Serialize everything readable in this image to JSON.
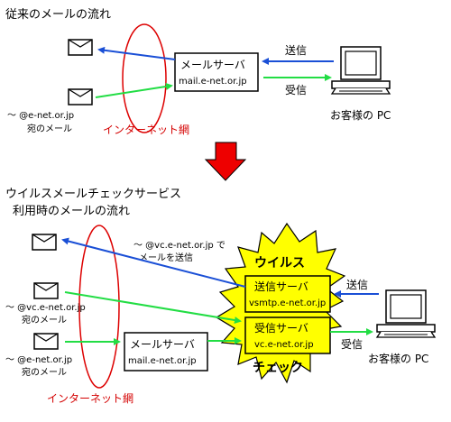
{
  "top": {
    "title": "従来のメールの流れ",
    "mail_server": {
      "line1": "メールサーバ",
      "line2": "mail.e-net.or.jp"
    },
    "send_label": "送信",
    "recv_label": "受信",
    "pc_label": "お客様の PC",
    "addr_line1": "～ @e-net.or.jp",
    "addr_line2": "宛のメール",
    "internet_label": "インターネット網"
  },
  "bottom": {
    "title_line1": "ウイルスメールチェックサービス",
    "title_line2": "利用時のメールの流れ",
    "vc_note_line1": "～ @vc.e-net.or.jp で",
    "vc_note_line2": "メールを送信",
    "addr_line1": "～ @vc.e-net.or.jp",
    "addr_line2": "宛のメール",
    "addr2_line1": "～ @e-net.or.jp",
    "addr2_line2": "宛のメール",
    "mail_server": {
      "line1": "メールサーバ",
      "line2": "mail.e-net.or.jp"
    },
    "burst_top": "ウイルス",
    "burst_bottom": "チェック",
    "send_server": {
      "line1": "送信サーバ",
      "line2": "vsmtp.e-net.or.jp"
    },
    "recv_server": {
      "line1": "受信サーバ",
      "line2": "vc.e-net.or.jp"
    },
    "send_label": "送信",
    "recv_label": "受信",
    "pc_label": "お客様の PC",
    "internet_label": "インターネット網"
  },
  "colors": {
    "send_arrow": "#1a4fd6",
    "recv_arrow": "#22dd44",
    "internet_ellipse": "#dd0000",
    "burst_fill": "#ffff00",
    "big_arrow": "#ee0000"
  }
}
